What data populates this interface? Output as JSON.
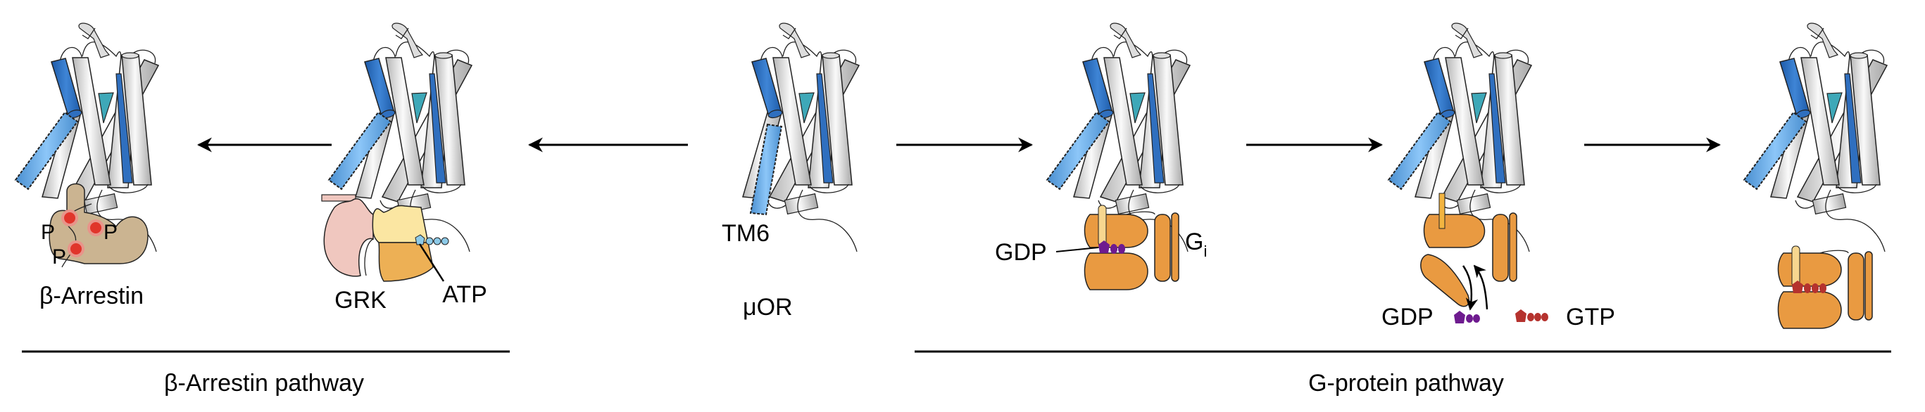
{
  "labels": {
    "arrestin": "β-Arrestin",
    "grk": "GRK",
    "atp": "ATP",
    "tm6": "TM6",
    "receptor": "μOR",
    "gdp_bound": "GDP",
    "gi_main": "G",
    "gi_sub": "i",
    "gdp_released": "GDP",
    "gtp": "GTP",
    "phospho": "P"
  },
  "pathways": {
    "arrestin": "β-Arrestin pathway",
    "gprotein": "G-protein pathway"
  },
  "colors": {
    "helix_blue": "#2f6fbf",
    "tm6_blue": "#6aaee8",
    "teal": "#3ea8b8",
    "arrestin": "#cbb491",
    "phospho_red": "#e0352b",
    "grk_pink": "#f0c7bf",
    "grk_yellow": "#fbe6a2",
    "grk_orange": "#edb055",
    "g_protein": "#e99a41",
    "gdp_purple": "#6e1b8f",
    "gtp_red": "#b5322e"
  },
  "icons": [
    "arrow-left",
    "arrow-right",
    "receptor-cartoon",
    "g-protein-cartoon",
    "arrestin-cartoon",
    "grk-cartoon"
  ]
}
